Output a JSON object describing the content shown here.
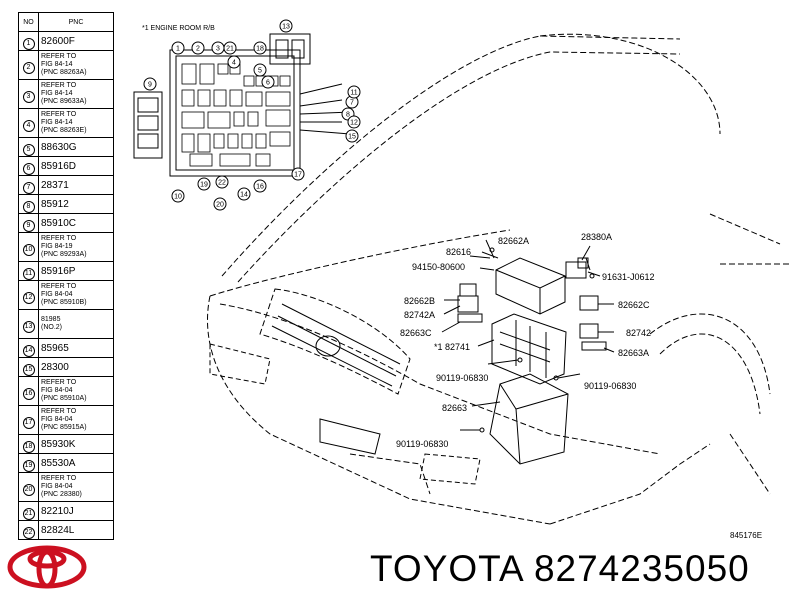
{
  "table": {
    "header_no": "NO",
    "header_pnc": "PNC",
    "rows": [
      {
        "no": "1",
        "pnc": "82600F"
      },
      {
        "no": "2",
        "pnc": "REFER TO\nFIG 84-14\n(PNC 88263A)"
      },
      {
        "no": "3",
        "pnc": "REFER TO\nFIG 84-14\n(PNC 89633A)"
      },
      {
        "no": "4",
        "pnc": "REFER TO\nFIG 84-14\n(PNC 88263E)"
      },
      {
        "no": "5",
        "pnc": "88630G"
      },
      {
        "no": "6",
        "pnc": "85916D"
      },
      {
        "no": "7",
        "pnc": "28371"
      },
      {
        "no": "8",
        "pnc": "85912"
      },
      {
        "no": "9",
        "pnc": "85910C"
      },
      {
        "no": "10",
        "pnc": "REFER TO\nFIG 84-19\n(PNC 89293A)"
      },
      {
        "no": "11",
        "pnc": "85916P"
      },
      {
        "no": "12",
        "pnc": "REFER TO\nFIG 84-04\n(PNC 85910B)"
      },
      {
        "no": "13",
        "pnc": "81985\n(NO.2)"
      },
      {
        "no": "14",
        "pnc": "85965"
      },
      {
        "no": "15",
        "pnc": "28300"
      },
      {
        "no": "16",
        "pnc": "REFER TO\nFIG 84-04\n(PNC 85910A)"
      },
      {
        "no": "17",
        "pnc": "REFER TO\nFIG 84-04\n(PNC 85915A)"
      },
      {
        "no": "18",
        "pnc": "85930K"
      },
      {
        "no": "19",
        "pnc": "85530A"
      },
      {
        "no": "20",
        "pnc": "REFER TO\nFIG 84-04\n(PNC 28380)"
      },
      {
        "no": "21",
        "pnc": "82210J"
      },
      {
        "no": "22",
        "pnc": "82824L"
      }
    ]
  },
  "diagram": {
    "inset_title": "*1 ENGINE ROOM R/B",
    "inset_callouts": [
      "1",
      "2",
      "3",
      "21",
      "4",
      "18",
      "13",
      "5",
      "6",
      "7",
      "8",
      "9",
      "10",
      "11",
      "12",
      "15",
      "19",
      "14",
      "16",
      "17",
      "20",
      "22"
    ],
    "labels": {
      "l82616": "82616",
      "l82662A": "82662A",
      "l28380A": "28380A",
      "l94150": "94150-80600",
      "l91631": "91631-J0612",
      "l82662B": "82662B",
      "l82662C": "82662C",
      "l82742A": "82742A",
      "l82742": "82742",
      "l82663C": "82663C",
      "l82741": "*1 82741",
      "l82663A": "82663A",
      "l90119a": "90119-06830",
      "l90119b": "90119-06830",
      "l82663": "82663",
      "l90119c": "90119-06830"
    },
    "ref_code": "845176E"
  },
  "footer": {
    "brand_logo": "toyota-logo",
    "part_number": "TOYOTA 8274235050"
  },
  "colors": {
    "logo": "#cc1020",
    "line": "#000000"
  }
}
